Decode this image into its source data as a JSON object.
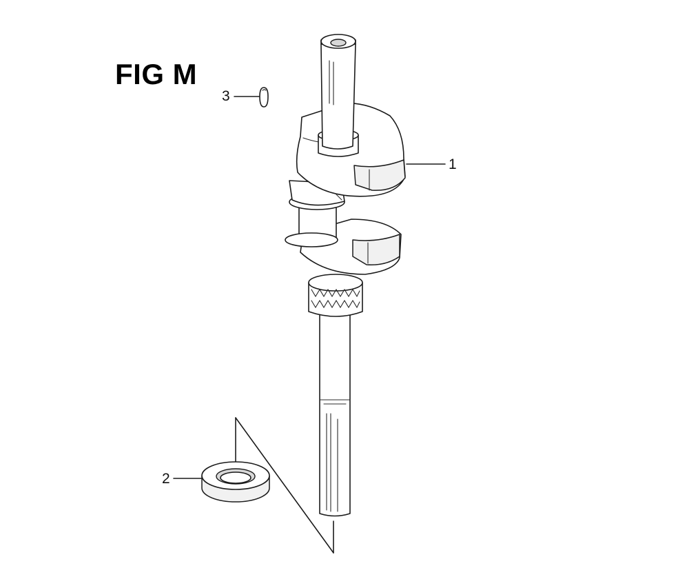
{
  "figure": {
    "title": "FIG M"
  },
  "callouts": [
    {
      "number": "1",
      "part": "crankshaft"
    },
    {
      "number": "2",
      "part": "oil-seal"
    },
    {
      "number": "3",
      "part": "key"
    }
  ],
  "colors": {
    "line": "#1a1a1a",
    "background": "#ffffff"
  }
}
